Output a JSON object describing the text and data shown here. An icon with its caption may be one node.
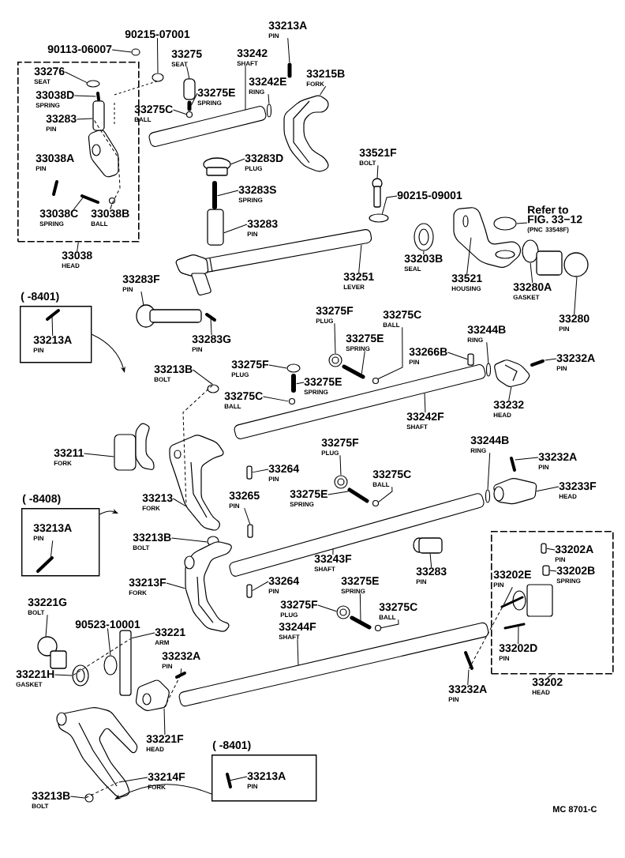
{
  "diagram": {
    "nodes": [
      {
        "text": [
          "90215-07001"
        ]
      },
      {
        "text": [
          "90113-06007"
        ]
      },
      {
        "text": [],
        "shape": "box"
      },
      {
        "text": [
          "33276",
          "SEAT"
        ],
        "in": 2
      },
      {
        "text": [
          "33038D",
          "SPRING"
        ],
        "in": 2
      },
      {
        "text": [
          "33283",
          "PIN"
        ],
        "in": 2
      },
      {
        "text": [
          "33038A",
          "PIN"
        ],
        "in": 2
      },
      {
        "text": [
          "33038C",
          "SPRING"
        ],
        "in": 2
      },
      {
        "text": [
          "33038B",
          "BALL"
        ],
        "in": 2
      },
      {
        "text": [
          "33038",
          "HEAD"
        ]
      },
      {
        "text": [
          "33275",
          "SEAT"
        ]
      },
      {
        "text": [
          "33275E",
          "SPRING"
        ]
      },
      {
        "text": [
          "33275C",
          "BALL"
        ]
      },
      {
        "text": [
          "33242",
          "SHAFT"
        ]
      },
      {
        "text": [
          "33242E",
          "RING"
        ]
      },
      {
        "text": [
          "33213A",
          "PIN"
        ]
      },
      {
        "text": [
          "33215B",
          "FORK"
        ]
      },
      {
        "text": [
          "33283D",
          "PLUG"
        ]
      },
      {
        "text": [
          "33283S",
          "SPRING"
        ]
      },
      {
        "text": [
          "33283",
          "PIN"
        ]
      },
      {
        "text": [
          "33521F",
          "BOLT"
        ]
      },
      {
        "text": [
          "90215-09001"
        ]
      },
      {
        "text": [
          "Refer to FIG. 33−12",
          "(PNC 33548F)"
        ]
      },
      {
        "text": [
          "33203B",
          "SEAL"
        ]
      },
      {
        "text": [
          "33521",
          "HOUSING"
        ]
      },
      {
        "text": [
          "33251",
          "LEVER"
        ]
      },
      {
        "text": [
          "33280A",
          "GASKET"
        ]
      },
      {
        "text": [
          "33283F",
          "PIN"
        ]
      },
      {
        "text": [
          "33280",
          "PIN"
        ]
      },
      {
        "text": [
          "( -8401)"
        ]
      },
      {
        "text": [
          "33213A",
          "PIN"
        ],
        "in": 29
      },
      {
        "text": [
          "33283G",
          "PIN"
        ]
      },
      {
        "text": [
          "33275F",
          "PLUG"
        ]
      },
      {
        "text": [
          "33275C",
          "BALL"
        ]
      },
      {
        "text": [
          "33275E",
          "SPRING"
        ]
      },
      {
        "text": [
          "33244B",
          "RING"
        ]
      },
      {
        "text": [
          "33266B",
          "PIN"
        ]
      },
      {
        "text": [
          "33232A",
          "PIN"
        ]
      },
      {
        "text": [
          "33213B",
          "BOLT"
        ]
      },
      {
        "text": [
          "33275F",
          "PLUG"
        ]
      },
      {
        "text": [
          "33275E",
          "SPRING"
        ]
      },
      {
        "text": [
          "33275C",
          "BALL"
        ]
      },
      {
        "text": [
          "33232",
          "HEAD"
        ]
      },
      {
        "text": [
          "33242F",
          "SHAFT"
        ]
      },
      {
        "text": [
          "33244B",
          "RING"
        ]
      },
      {
        "text": [
          "33275F",
          "PLUG"
        ]
      },
      {
        "text": [
          "33211",
          "FORK"
        ]
      },
      {
        "text": [
          "33232A",
          "PIN"
        ]
      },
      {
        "text": [
          "33264",
          "PIN"
        ]
      },
      {
        "text": [
          "33275C",
          "BALL"
        ]
      },
      {
        "text": [
          "33233F",
          "HEAD"
        ]
      },
      {
        "text": [
          "33213",
          "FORK"
        ]
      },
      {
        "text": [
          "33265",
          "PIN"
        ]
      },
      {
        "text": [
          "33275E",
          "SPRING"
        ]
      },
      {
        "text": [
          "( -8408)"
        ]
      },
      {
        "text": [
          "33213A",
          "PIN"
        ],
        "in": 54
      },
      {
        "text": [
          "33213B",
          "BOLT"
        ]
      },
      {
        "text": [],
        "shape": "box"
      },
      {
        "text": [
          "33202A",
          "PIN"
        ],
        "in": 57
      },
      {
        "text": [
          "33243F",
          "SHAFT"
        ]
      },
      {
        "text": [
          "33283",
          "PIN"
        ]
      },
      {
        "text": [
          "33202E",
          "PIN"
        ],
        "in": 57
      },
      {
        "text": [
          "33202B",
          "SPRING"
        ],
        "in": 57
      },
      {
        "text": [
          "33213F",
          "FORK"
        ]
      },
      {
        "text": [
          "33264",
          "PIN"
        ]
      },
      {
        "text": [
          "33275E",
          "SPRING"
        ]
      },
      {
        "text": [
          "33221G",
          "BOLT"
        ]
      },
      {
        "text": [
          "33275F",
          "PLUG"
        ]
      },
      {
        "text": [
          "33275C",
          "BALL"
        ]
      },
      {
        "text": [
          "90523-10001"
        ]
      },
      {
        "text": [
          "33244F",
          "SHAFT"
        ]
      },
      {
        "text": [
          "33221",
          "ARM"
        ]
      },
      {
        "text": [
          "33202D",
          "PIN"
        ],
        "in": 57
      },
      {
        "text": [
          "33232A",
          "PIN"
        ]
      },
      {
        "text": [
          "33221H",
          "GASKET"
        ]
      },
      {
        "text": [
          "33202",
          "HEAD"
        ]
      },
      {
        "text": [
          "33232A",
          "PIN"
        ]
      },
      {
        "text": [
          "33221F",
          "HEAD"
        ]
      },
      {
        "text": [
          "( -8401)"
        ]
      },
      {
        "text": [
          "33213A",
          "PIN"
        ],
        "in": 78
      },
      {
        "text": [
          "33214F",
          "FORK"
        ]
      },
      {
        "text": [
          "33213B",
          "BOLT"
        ]
      },
      {
        "text": [],
        "shape": "circle"
      },
      {
        "text": [],
        "shape": "circle"
      },
      {
        "text": [],
        "shape": "circle",
        "in": 2
      },
      {
        "text": [],
        "shape": "bar",
        "in": 2
      },
      {
        "text": [],
        "shape": "box",
        "in": 2
      },
      {
        "text": [],
        "shape": "bar",
        "in": 2
      },
      {
        "text": [],
        "shape": "circle",
        "in": 2
      },
      {
        "text": [],
        "shape": "box"
      },
      {
        "text": [],
        "shape": "bar"
      },
      {
        "text": [],
        "shape": "circle"
      },
      {
        "text": [],
        "shape": "bar"
      },
      {
        "text": [],
        "shape": "circle"
      },
      {
        "text": [],
        "shape": "bar"
      },
      {
        "text": [],
        "shape": "picture"
      },
      {
        "text": [],
        "shape": "cylinder"
      },
      {
        "text": [],
        "shape": "bar"
      },
      {
        "text": [],
        "shape": "box"
      },
      {
        "text": [],
        "shape": "cylinder"
      },
      {
        "text": [],
        "shape": "circle"
      },
      {
        "text": [],
        "shape": "circle"
      },
      {
        "text": [],
        "shape": "circle"
      },
      {
        "text": [],
        "shape": "picture"
      },
      {
        "text": [],
        "shape": "picture"
      },
      {
        "text": [],
        "shape": "circle"
      },
      {
        "text": [],
        "shape": "cylinder"
      },
      {
        "text": [],
        "shape": "cylinder"
      },
      {
        "text": [],
        "shape": "bar",
        "in": 29
      },
      {
        "text": [],
        "shape": "bar"
      },
      {
        "text": [],
        "shape": "circle"
      },
      {
        "text": [],
        "shape": "circle"
      },
      {
        "text": [],
        "shape": "bar"
      },
      {
        "text": [],
        "shape": "circle"
      },
      {
        "text": [],
        "shape": "box"
      },
      {
        "text": [],
        "shape": "bar"
      },
      {
        "text": [],
        "shape": "circle"
      },
      {
        "text": [],
        "shape": "circle"
      },
      {
        "text": [],
        "shape": "bar"
      },
      {
        "text": [],
        "shape": "circle"
      },
      {
        "text": [],
        "shape": "picture"
      },
      {
        "text": [],
        "shape": "bar"
      },
      {
        "text": [],
        "shape": "circle"
      },
      {
        "text": [],
        "shape": "circle"
      },
      {
        "text": [],
        "shape": "picture"
      },
      {
        "text": [],
        "shape": "bar"
      },
      {
        "text": [],
        "shape": "box"
      },
      {
        "text": [],
        "shape": "circle"
      },
      {
        "text": [],
        "shape": "picture"
      },
      {
        "text": [],
        "shape": "picture"
      },
      {
        "text": [],
        "shape": "box"
      },
      {
        "text": [],
        "shape": "bar"
      },
      {
        "text": [],
        "shape": "bar",
        "in": 54
      },
      {
        "text": [],
        "shape": "circle"
      },
      {
        "text": [],
        "shape": "box",
        "in": 57
      },
      {
        "text": [],
        "shape": "bar"
      },
      {
        "text": [],
        "shape": "cylinder"
      },
      {
        "text": [],
        "shape": "bar",
        "in": 57
      },
      {
        "text": [],
        "shape": "box",
        "in": 57
      },
      {
        "text": [],
        "shape": "picture"
      },
      {
        "text": [],
        "shape": "box"
      },
      {
        "text": [],
        "shape": "bar"
      },
      {
        "text": [],
        "shape": "cylinder"
      },
      {
        "text": [],
        "shape": "circle"
      },
      {
        "text": [],
        "shape": "circle"
      },
      {
        "text": [],
        "shape": "circle"
      },
      {
        "text": [],
        "shape": "bar"
      },
      {
        "text": [],
        "shape": "box"
      },
      {
        "text": [],
        "shape": "bar",
        "in": 57
      },
      {
        "text": [],
        "shape": "bar"
      },
      {
        "text": [],
        "shape": "circle"
      },
      {
        "text": [],
        "shape": "bar"
      },
      {
        "text": [],
        "shape": "picture"
      },
      {
        "text": [],
        "shape": "bar",
        "in": 78
      },
      {
        "text": [],
        "shape": "picture"
      },
      {
        "text": [],
        "shape": "circle"
      }
    ],
    "edges": [
      {
        "from": 0,
        "to": 82,
        "arrow": "none"
      },
      {
        "from": 1,
        "to": 83,
        "arrow": "none"
      },
      {
        "from": 3,
        "to": 84,
        "arrow": "none"
      },
      {
        "from": 4,
        "to": 85,
        "arrow": "none"
      },
      {
        "from": 5,
        "to": 86,
        "arrow": "none"
      },
      {
        "from": 7,
        "to": 87,
        "arrow": "none"
      },
      {
        "from": 8,
        "to": 88,
        "arrow": "none"
      },
      {
        "from": 9,
        "to": 2,
        "arrow": "none"
      },
      {
        "from": 10,
        "to": 89,
        "arrow": "none"
      },
      {
        "from": 11,
        "to": 90,
        "arrow": "none"
      },
      {
        "from": 12,
        "to": 91,
        "arrow": "none"
      },
      {
        "from": 13,
        "to": 92,
        "arrow": "none"
      },
      {
        "from": 14,
        "to": 93,
        "arrow": "none"
      },
      {
        "from": 15,
        "to": 94,
        "arrow": "none"
      },
      {
        "from": 16,
        "to": 95,
        "arrow": "none"
      },
      {
        "from": 17,
        "to": 96,
        "arrow": "none"
      },
      {
        "from": 18,
        "to": 97,
        "arrow": "none"
      },
      {
        "from": 19,
        "to": 98,
        "arrow": "none"
      },
      {
        "from": 20,
        "to": 99,
        "arrow": "none"
      },
      {
        "from": 21,
        "to": 100,
        "arrow": "none"
      },
      {
        "from": 22,
        "to": 101,
        "arrow": "none"
      },
      {
        "from": 23,
        "to": 102,
        "arrow": "none"
      },
      {
        "from": 24,
        "to": 103,
        "arrow": "none"
      },
      {
        "from": 25,
        "to": 104,
        "arrow": "none"
      },
      {
        "from": 26,
        "to": 105,
        "arrow": "none"
      },
      {
        "from": 27,
        "to": 106,
        "arrow": "none"
      },
      {
        "from": 28,
        "to": 107,
        "arrow": "none"
      },
      {
        "from": 29,
        "to": null,
        "arrow": "to"
      },
      {
        "from": 30,
        "to": 108,
        "arrow": "none"
      },
      {
        "from": 31,
        "to": 109,
        "arrow": "none"
      },
      {
        "from": 32,
        "to": 110,
        "arrow": "none"
      },
      {
        "from": 33,
        "to": 111,
        "arrow": "none"
      },
      {
        "from": 34,
        "to": 112,
        "arrow": "none"
      },
      {
        "from": 35,
        "to": 113,
        "arrow": "none"
      },
      {
        "from": 36,
        "to": 114,
        "arrow": "none"
      },
      {
        "from": 37,
        "to": 115,
        "arrow": "none"
      },
      {
        "from": 38,
        "to": 116,
        "arrow": "none"
      },
      {
        "from": 39,
        "to": 117,
        "arrow": "none"
      },
      {
        "from": 40,
        "to": 118,
        "arrow": "none"
      },
      {
        "from": 41,
        "to": 119,
        "arrow": "none"
      },
      {
        "from": 42,
        "to": 120,
        "arrow": "none"
      },
      {
        "from": 43,
        "to": 121,
        "arrow": "none"
      },
      {
        "from": 44,
        "to": 122,
        "arrow": "none"
      },
      {
        "from": 45,
        "to": 123,
        "arrow": "none"
      },
      {
        "from": 46,
        "to": 124,
        "arrow": "none"
      },
      {
        "from": 47,
        "to": 125,
        "arrow": "none"
      },
      {
        "from": 48,
        "to": 126,
        "arrow": "none"
      },
      {
        "from": 49,
        "to": 127,
        "arrow": "none"
      },
      {
        "from": 50,
        "to": 128,
        "arrow": "none"
      },
      {
        "from": 51,
        "to": 129,
        "arrow": "none"
      },
      {
        "from": 52,
        "to": 130,
        "arrow": "none"
      },
      {
        "from": 53,
        "to": 131,
        "arrow": "none"
      },
      {
        "from": 54,
        "to": null,
        "arrow": "to"
      },
      {
        "from": 55,
        "to": 132,
        "arrow": "none"
      },
      {
        "from": 56,
        "to": 133,
        "arrow": "none"
      },
      {
        "from": 58,
        "to": 134,
        "arrow": "none"
      },
      {
        "from": 59,
        "to": 135,
        "arrow": "none"
      },
      {
        "from": 60,
        "to": 136,
        "arrow": "none"
      },
      {
        "from": 61,
        "to": 137,
        "arrow": "none"
      },
      {
        "from": 62,
        "to": 138,
        "arrow": "none"
      },
      {
        "from": 63,
        "to": 139,
        "arrow": "none"
      },
      {
        "from": 64,
        "to": 140,
        "arrow": "none"
      },
      {
        "from": 65,
        "to": 141,
        "arrow": "none"
      },
      {
        "from": 66,
        "to": 142,
        "arrow": "none"
      },
      {
        "from": 67,
        "to": 143,
        "arrow": "none"
      },
      {
        "from": 68,
        "to": 144,
        "arrow": "none"
      },
      {
        "from": 69,
        "to": 145,
        "arrow": "none"
      },
      {
        "from": 70,
        "to": 146,
        "arrow": "none"
      },
      {
        "from": 71,
        "to": 147,
        "arrow": "none"
      },
      {
        "from": 72,
        "to": 148,
        "arrow": "none"
      },
      {
        "from": 73,
        "to": 149,
        "arrow": "none"
      },
      {
        "from": 74,
        "to": 150,
        "arrow": "none"
      },
      {
        "from": 75,
        "to": 57,
        "arrow": "none"
      },
      {
        "from": 76,
        "to": 151,
        "arrow": "none"
      },
      {
        "from": 77,
        "to": 152,
        "arrow": "none"
      },
      {
        "from": 78,
        "to": 154,
        "arrow": "to"
      },
      {
        "from": 79,
        "to": 153,
        "arrow": "none"
      },
      {
        "from": 80,
        "to": 154,
        "arrow": "none"
      },
      {
        "from": 81,
        "to": 155,
        "arrow": "none"
      },
      {
        "from": 88,
        "to": 86,
        "arrow": "none",
        "style": "dashed"
      },
      {
        "from": 116,
        "to": 129,
        "arrow": "none",
        "style": "dashed"
      },
      {
        "from": 150,
        "to": 147,
        "arrow": "none",
        "style": "dashed"
      },
      {
        "from": 149,
        "to": 152,
        "arrow": "none",
        "style": "dashed"
      },
      {
        "from": 151,
        "to": 137,
        "arrow": "none",
        "style": "dashed"
      },
      {
        "from": 155,
        "to": 154,
        "arrow": "none",
        "style": "dashed"
      }
    ],
    "labels": [
      "MC 8701-C"
    ]
  }
}
